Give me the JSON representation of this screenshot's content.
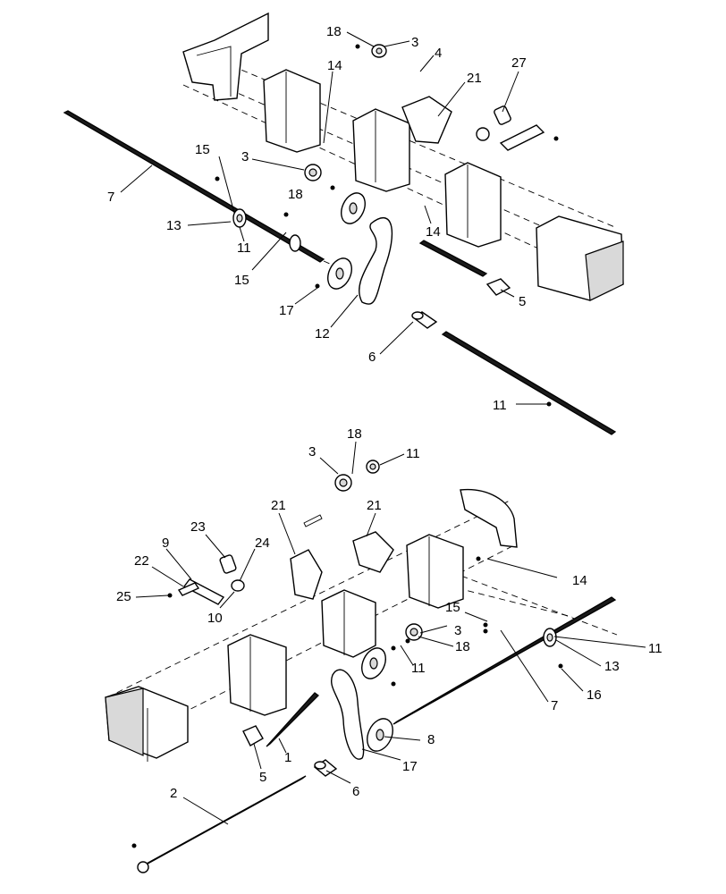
{
  "figure": {
    "upper_assembly": {
      "callouts": [
        "18",
        "3",
        "4",
        "21",
        "27",
        "14",
        "15",
        "3",
        "7",
        "18",
        "13",
        "11",
        "14",
        "15",
        "17",
        "12",
        "5",
        "6",
        "11"
      ]
    },
    "lower_assembly": {
      "callouts": [
        "3",
        "18",
        "11",
        "21",
        "21",
        "23",
        "9",
        "24",
        "22",
        "25",
        "10",
        "14",
        "15",
        "3",
        "18",
        "11",
        "11",
        "13",
        "7",
        "16",
        "8",
        "17",
        "1",
        "5",
        "6",
        "2"
      ]
    }
  }
}
